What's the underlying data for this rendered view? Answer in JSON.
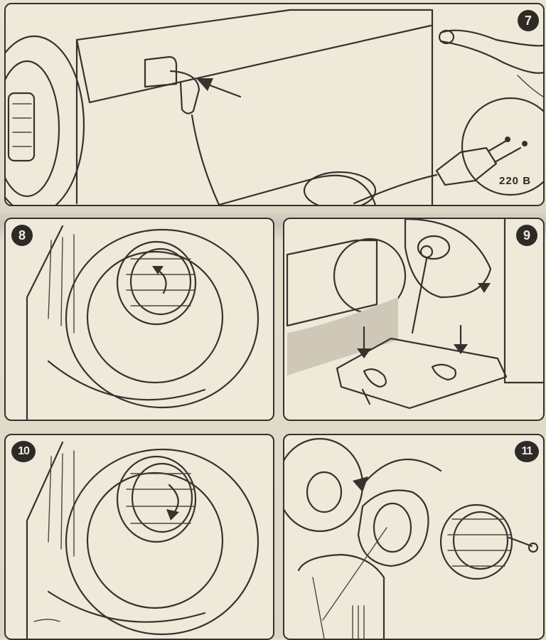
{
  "steps": [
    {
      "number": "7",
      "voltage_label": "220 B"
    },
    {
      "number": "8"
    },
    {
      "number": "9"
    },
    {
      "number": "10"
    },
    {
      "number": "11"
    }
  ],
  "icons": {
    "step7": [
      "power-plug-icon",
      "wall-socket-icon",
      "hand-icon",
      "arrow-icon"
    ],
    "step8": [
      "handwheel-knob-icon",
      "rotate-arrow-icon"
    ],
    "step9": [
      "bobbin-plate-icon",
      "down-arrow-icon"
    ],
    "step10": [
      "handwheel-knob-icon",
      "rotate-arrow-icon"
    ],
    "step11": [
      "clutch-washer-icon",
      "knob-icon",
      "curved-arrow-icon"
    ]
  },
  "colors": {
    "ink": "#36322e",
    "paper": "#efe9da"
  }
}
